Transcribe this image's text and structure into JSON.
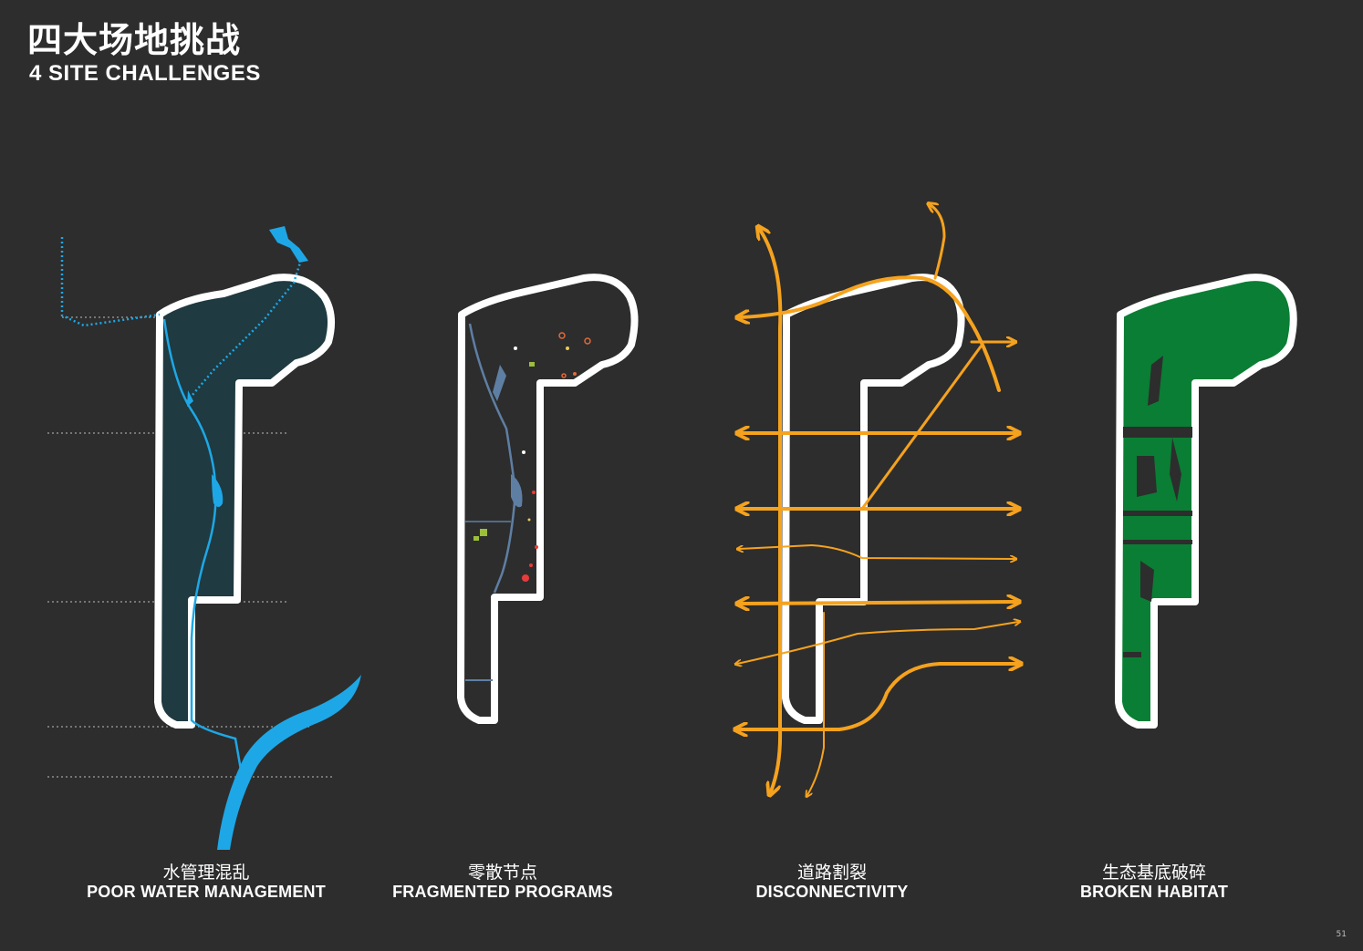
{
  "header": {
    "title_cn": "四大场地挑战",
    "title_en": "4 SITE CHALLENGES"
  },
  "panels": [
    {
      "key": "water",
      "label_cn": "水管理混乱",
      "label_en": "POOR WATER MANAGEMENT"
    },
    {
      "key": "programs",
      "label_cn": "零散节点",
      "label_en": "FRAGMENTED PROGRAMS"
    },
    {
      "key": "roads",
      "label_cn": "道路割裂",
      "label_en": "DISCONNECTIVITY"
    },
    {
      "key": "habitat",
      "label_cn": "生态基底破碎",
      "label_en": "BROKEN HABITAT"
    }
  ],
  "page_number": "51",
  "colors": {
    "background": "#2d2d2d",
    "outline": "#ffffff",
    "water": "#1ea7e6",
    "water_fill": "#1f3a40",
    "programs_stream": "#5e7fa3",
    "roads": "#f5a21e",
    "habitat": "#0a7e34"
  }
}
